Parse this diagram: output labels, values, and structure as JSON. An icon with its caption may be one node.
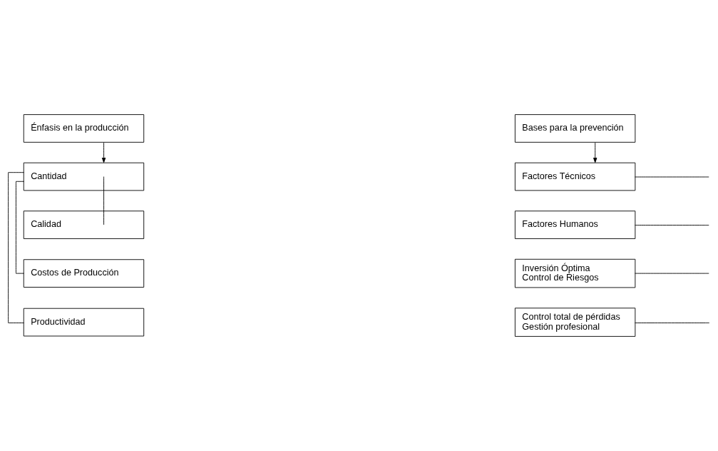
{
  "diagram": {
    "nodes": [
      {
        "text": [
          "Énfasis en la producción"
        ]
      },
      {
        "text": [
          "Cantidad"
        ]
      },
      {
        "text": [
          "Calidad"
        ]
      },
      {
        "text": [
          "Costos de Producción"
        ]
      },
      {
        "text": [
          "Productividad"
        ]
      },
      {
        "text": [
          "Bases para la prevención"
        ]
      },
      {
        "text": [
          "Factores Técnicos"
        ]
      },
      {
        "text": [
          "Factores Humanos"
        ]
      },
      {
        "text": [
          "Inversión Óptima",
          "Control de Riesgos"
        ]
      },
      {
        "text": [
          "Control total de pérdidas",
          "Gestión profesional"
        ]
      }
    ],
    "edges": [
      {
        "from": 0,
        "to": 1,
        "arrow": "to"
      },
      {
        "from": 1,
        "to": 2,
        "arrow": "none"
      },
      {
        "from": 1,
        "to": 3,
        "arrow": "none"
      },
      {
        "from": 1,
        "to": 4,
        "arrow": "none"
      },
      {
        "from": 5,
        "to": 6,
        "arrow": "to"
      },
      {
        "from": 6,
        "to": null,
        "arrow": "none"
      },
      {
        "from": 7,
        "to": null,
        "arrow": "none"
      },
      {
        "from": 8,
        "to": null,
        "arrow": "none"
      },
      {
        "from": 9,
        "to": null,
        "arrow": "none"
      }
    ]
  }
}
